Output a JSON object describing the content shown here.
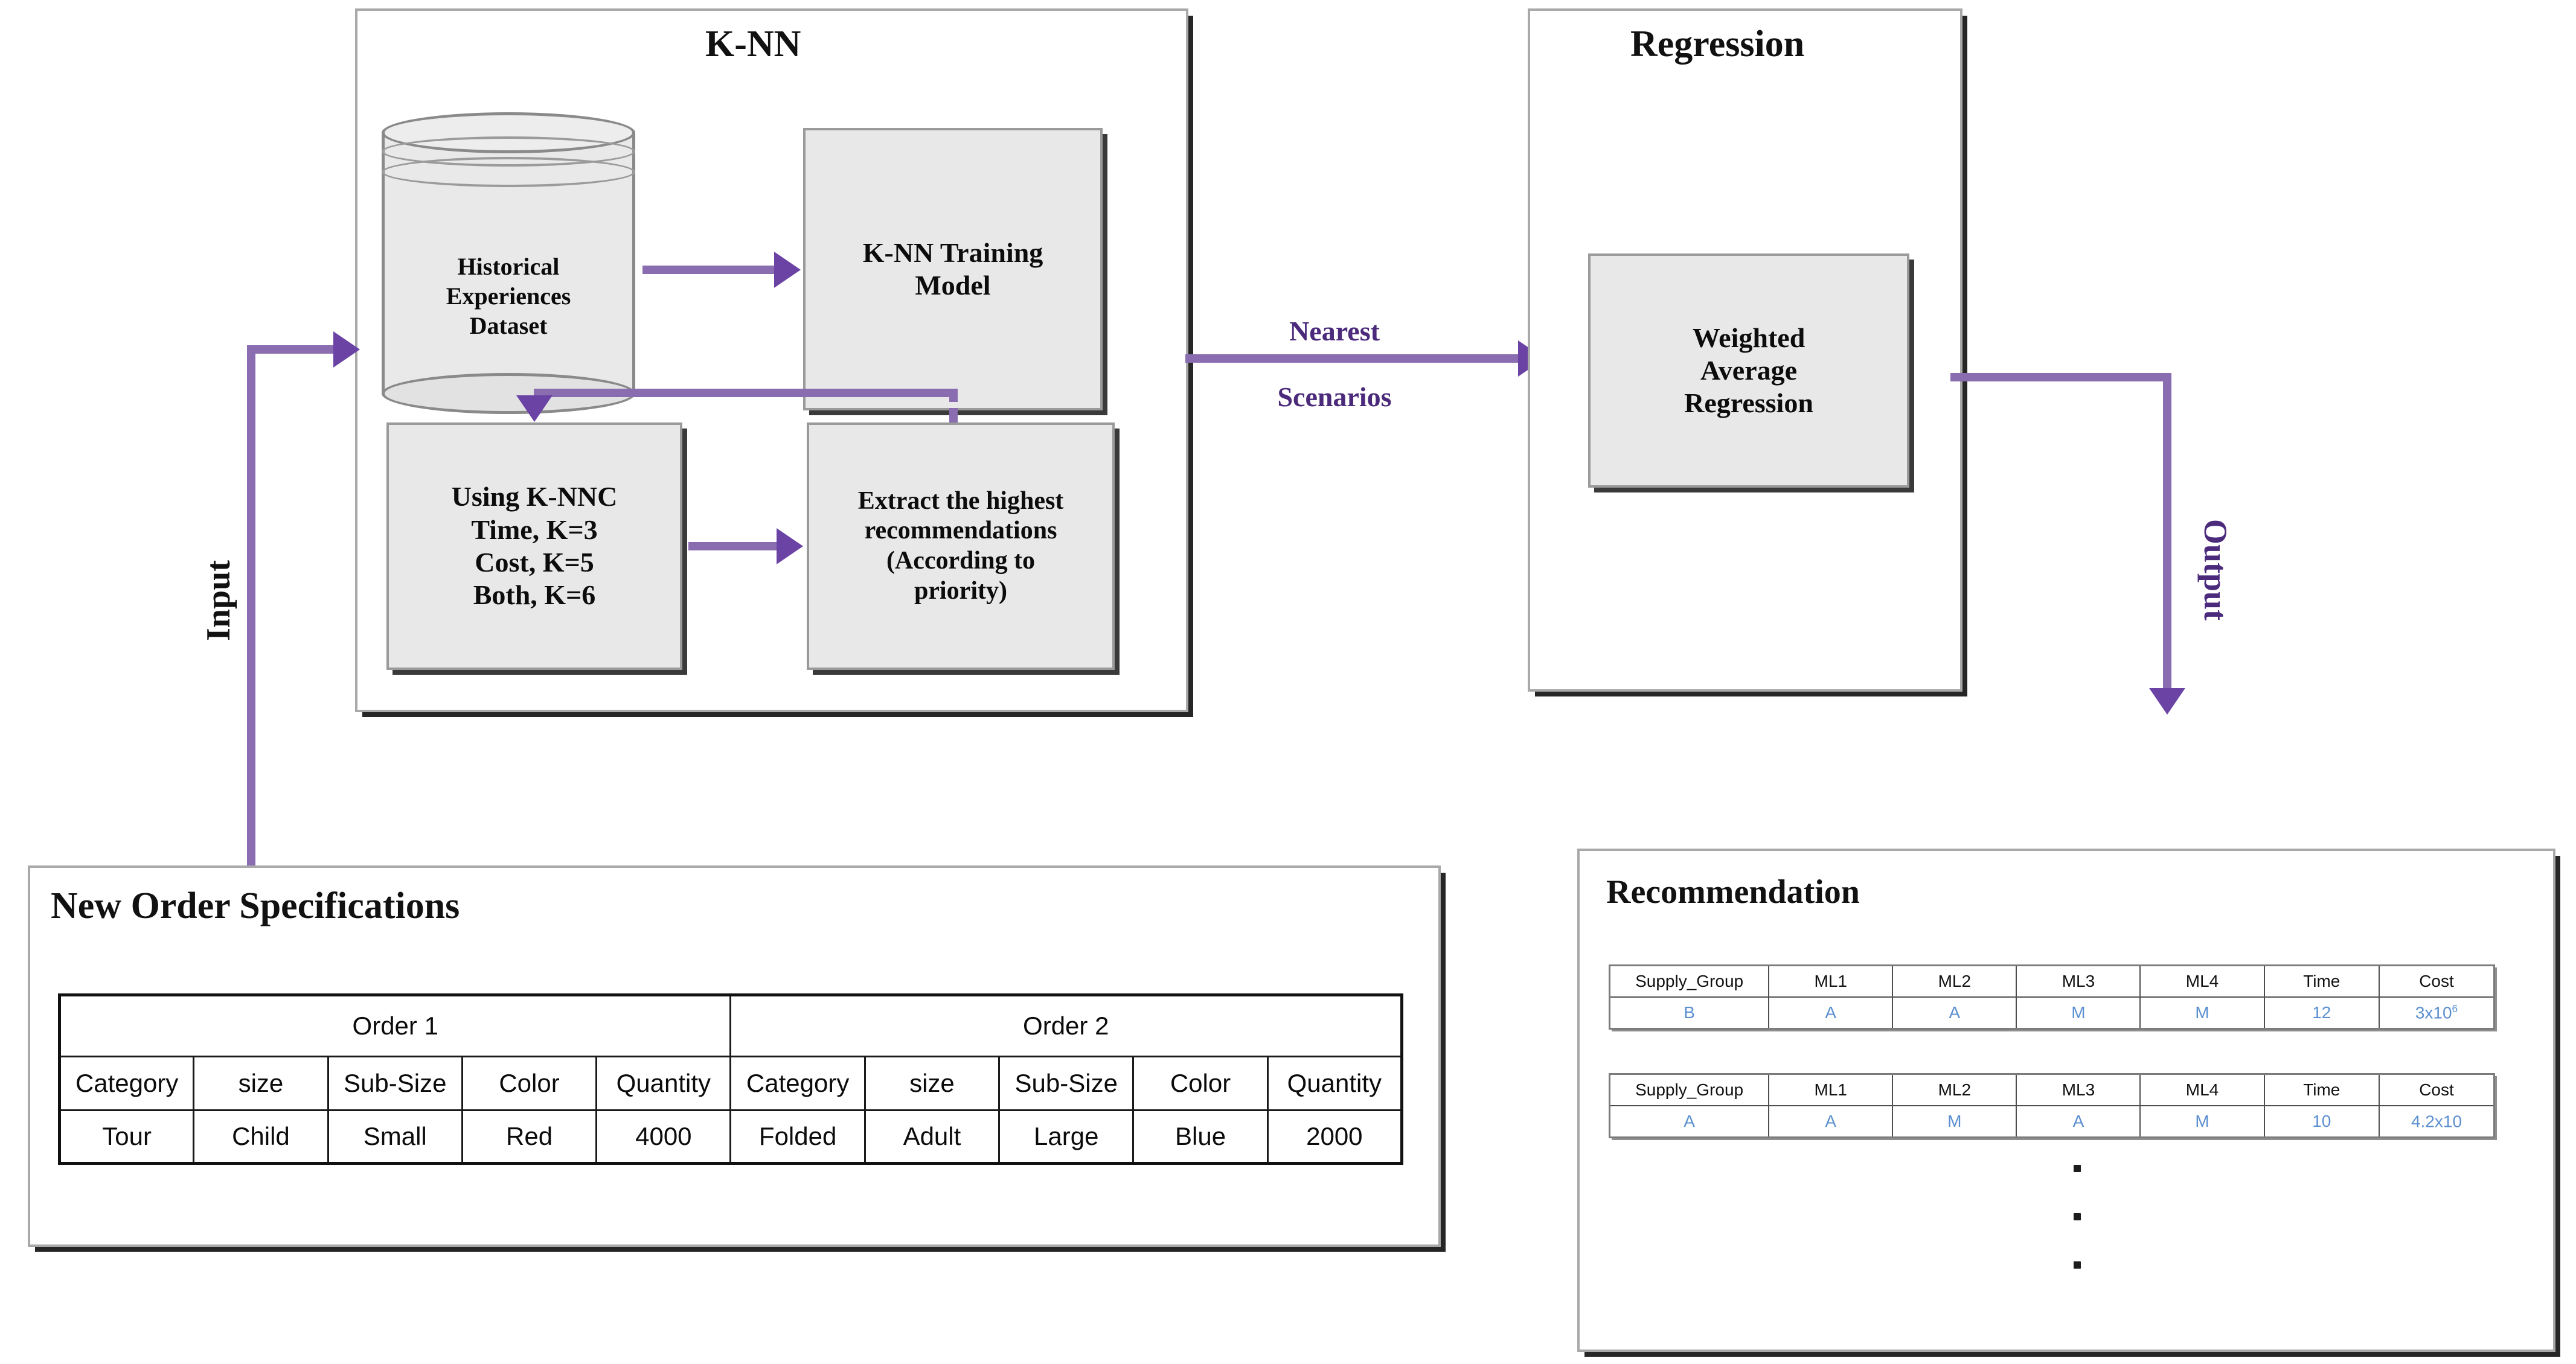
{
  "diagram": {
    "title_knn": "K-NN",
    "title_regression": "Regression",
    "title_new_order": "New Order Specifications",
    "title_recommendation": "Recommendation"
  },
  "knn": {
    "dataset_label": "Historical\nExperiences\nDataset",
    "dataset_line1": "Historical",
    "dataset_line2": "Experiences",
    "dataset_line3": "Dataset",
    "training_model": "K-NN Training\nModel",
    "training_model_l1": "K-NN Training",
    "training_model_l2": "Model",
    "knnc_l1": "Using K-NNC",
    "knnc_l2": "Time, K=3",
    "knnc_l3": "Cost, K=5",
    "knnc_l4": "Both, K=6",
    "extract_l1": "Extract the highest",
    "extract_l2": "recommendations",
    "extract_l3": "(According to",
    "extract_l4": "priority)"
  },
  "regression": {
    "box_l1": "Weighted",
    "box_l2": "Average",
    "box_l3": "Regression"
  },
  "arrows": {
    "input_label": "Input",
    "output_label": "Output",
    "nearest_l1": "Nearest",
    "nearest_l2": "Scenarios"
  },
  "colors": {
    "accent_purple": "#8a6cb0",
    "arrowhead_purple": "#6b43a5",
    "label_purple": "#4b2a7b",
    "value_blue": "#5b8fd0",
    "box_fill": "#e8e8e8"
  },
  "order_table": {
    "group_headers": [
      "Order 1",
      "Order 2"
    ],
    "column_headers": [
      "Category",
      "size",
      "Sub-Size",
      "Color",
      "Quantity",
      "Category",
      "size",
      "Sub-Size",
      "Color",
      "Quantity"
    ],
    "values": [
      "Tour",
      "Child",
      "Small",
      "Red",
      "4000",
      "Folded",
      "Adult",
      "Large",
      "Blue",
      "2000"
    ]
  },
  "recommendation_tables": [
    {
      "headers": [
        "Supply_Group",
        "ML1",
        "ML2",
        "ML3",
        "ML4",
        "Time",
        "Cost"
      ],
      "values": [
        "B",
        "A",
        "A",
        "M",
        "M",
        "12",
        "3x10"
      ],
      "cost_exponent": "6"
    },
    {
      "headers": [
        "Supply_Group",
        "ML1",
        "ML2",
        "ML3",
        "ML4",
        "Time",
        "Cost"
      ],
      "values": [
        "A",
        "A",
        "M",
        "A",
        "M",
        "10",
        "4.2x10"
      ],
      "cost_exponent": ""
    }
  ],
  "ellipsis": {
    "count": 3
  }
}
